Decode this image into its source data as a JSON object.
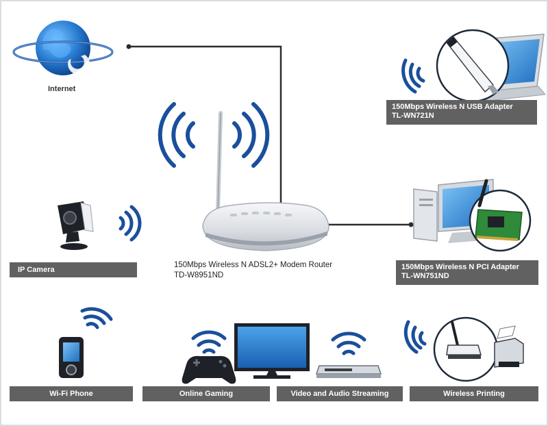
{
  "internet": {
    "label": "Internet"
  },
  "router": {
    "label": "150Mbps Wireless N ADSL2+ Modem Router",
    "model": "TD-W8951ND"
  },
  "usb_adapter": {
    "label": "150Mbps Wireless N USB Adapter",
    "model": "TL-WN721N"
  },
  "pci_adapter": {
    "label": "150Mbps Wireless N PCI Adapter",
    "model": "TL-WN751ND"
  },
  "ip_camera": {
    "label": "IP Camera"
  },
  "bottom_bars": {
    "wifi_phone": "Wi-Fi Phone",
    "online_gaming": "Online Gaming",
    "video_audio": "Video and Audio Streaming",
    "wireless_printing": "Wireless Printing"
  },
  "colors": {
    "bar": "#616161",
    "wave": "#1a4f9c",
    "line": "#2b2b2b",
    "router": "#e6e9ee",
    "screen": "#2f86d6",
    "border": "#cfd4da"
  },
  "icons": [
    "globe-icon",
    "router-icon",
    "laptop-icon",
    "usb-adapter-icon",
    "desktop-pc-icon",
    "pci-card-icon",
    "ip-camera-icon",
    "phone-icon",
    "gamepad-icon",
    "tv-icon",
    "media-player-icon",
    "printer-icon",
    "wifi-wave-icon"
  ]
}
